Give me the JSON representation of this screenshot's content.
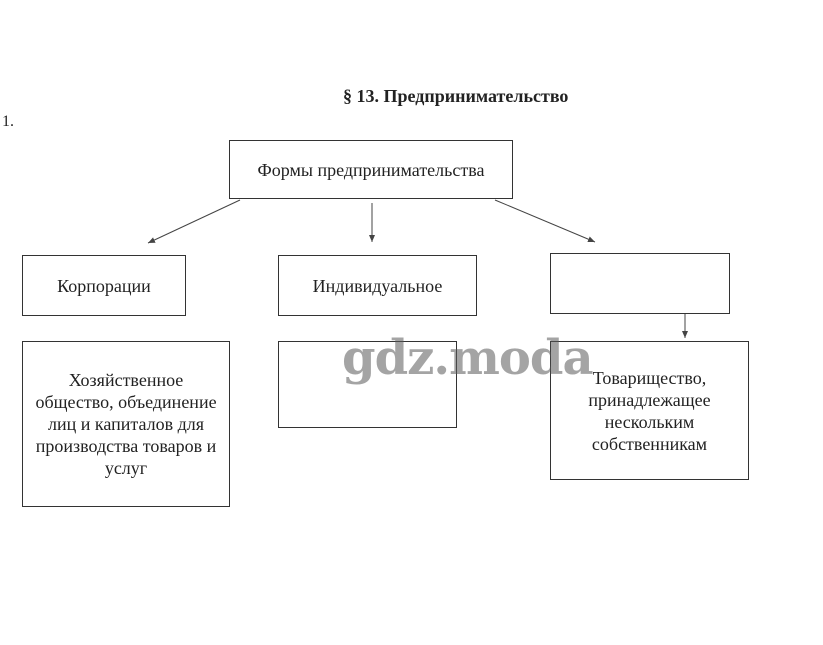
{
  "title": "§ 13. Предпринимательство",
  "item_number": "1.",
  "diagram": {
    "root": "Формы предпринимательства",
    "columns": [
      {
        "form": "Корпорации",
        "description": "Хозяйственное общество, объединение лиц и капиталов для производства товаров и услуг"
      },
      {
        "form": "Индивидуальное",
        "description": ""
      },
      {
        "form": "",
        "description": "Товарищество, принадлежащее нескольким собственникам"
      }
    ]
  },
  "watermark": "gdz.moda"
}
